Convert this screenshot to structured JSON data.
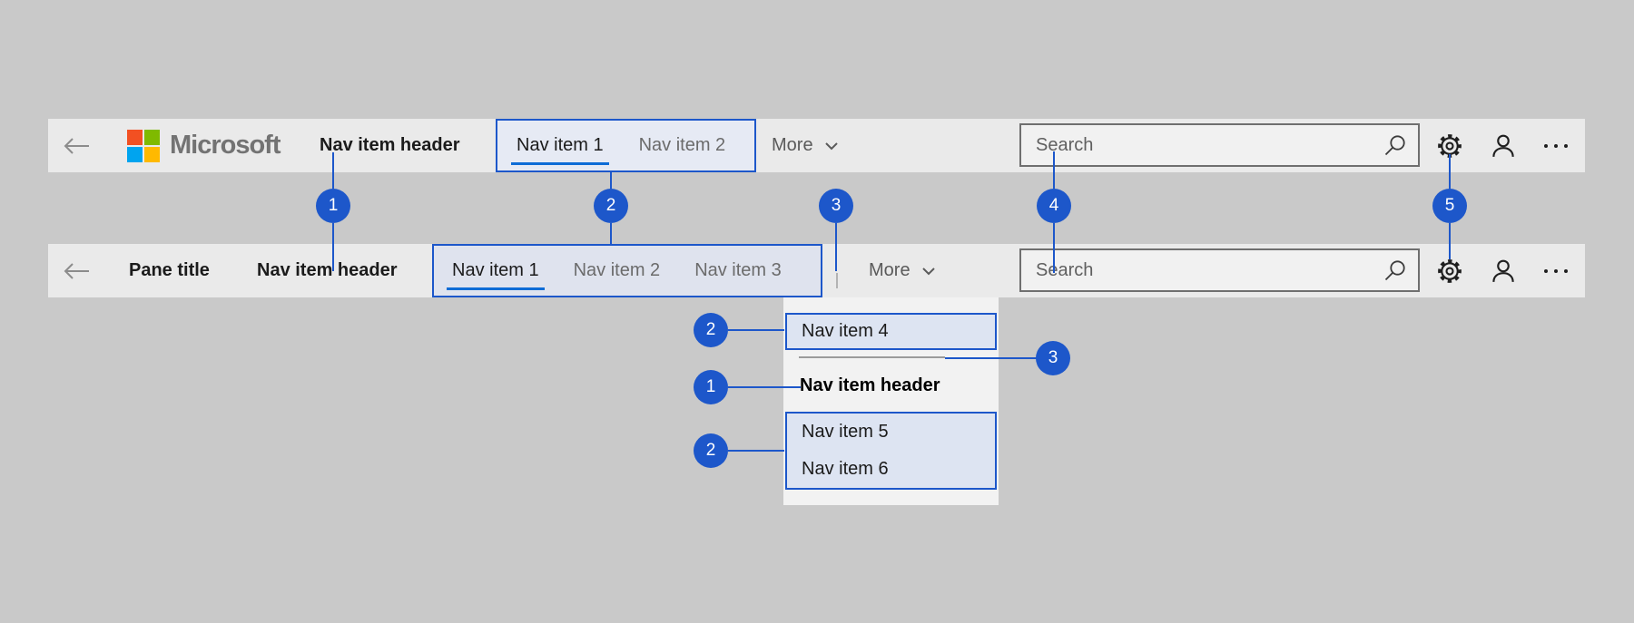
{
  "colors": {
    "page_bg": "#c9c9c9",
    "bar_bg": "#eaeaea",
    "callout_blue": "#1d57ca",
    "underline_blue": "#0e6cd6",
    "navbox_fill_top": "#e6eaf4",
    "navbox_fill_pane": "#dfe3ee",
    "dropdown_bg": "#f2f2f2",
    "dropdown_item_fill": "#dde4f2",
    "ms_red": "#f25022",
    "ms_green": "#7fba00",
    "ms_blue": "#00a4ef",
    "ms_yellow": "#ffb900"
  },
  "icons": {
    "back": "back-arrow-icon",
    "search": "magnifier-icon",
    "settings": "gear-icon",
    "account": "person-icon",
    "more_options": "ellipsis-icon",
    "chevron": "chevron-down-icon"
  },
  "topbar": {
    "logo_text": "Microsoft",
    "nav_header": "Nav item header",
    "nav_items": [
      {
        "label": "Nav item 1",
        "selected": true
      },
      {
        "label": "Nav item 2",
        "selected": false
      }
    ],
    "more_label": "More",
    "search_placeholder": "Search"
  },
  "pane_bar": {
    "pane_title": "Pane title",
    "nav_header": "Nav item header",
    "nav_items": [
      {
        "label": "Nav item 1",
        "selected": true
      },
      {
        "label": "Nav item 2",
        "selected": false
      },
      {
        "label": "Nav item 3",
        "selected": false
      }
    ],
    "more_label": "More",
    "search_placeholder": "Search"
  },
  "dropdown": {
    "item_top": "Nav item 4",
    "header": "Nav item header",
    "items_bottom": [
      "Nav item 5",
      "Nav item 6"
    ]
  },
  "callouts": {
    "top_row": [
      "1",
      "2",
      "3",
      "4",
      "5"
    ],
    "dropdown_side": [
      "2",
      "3",
      "1",
      "2"
    ]
  }
}
